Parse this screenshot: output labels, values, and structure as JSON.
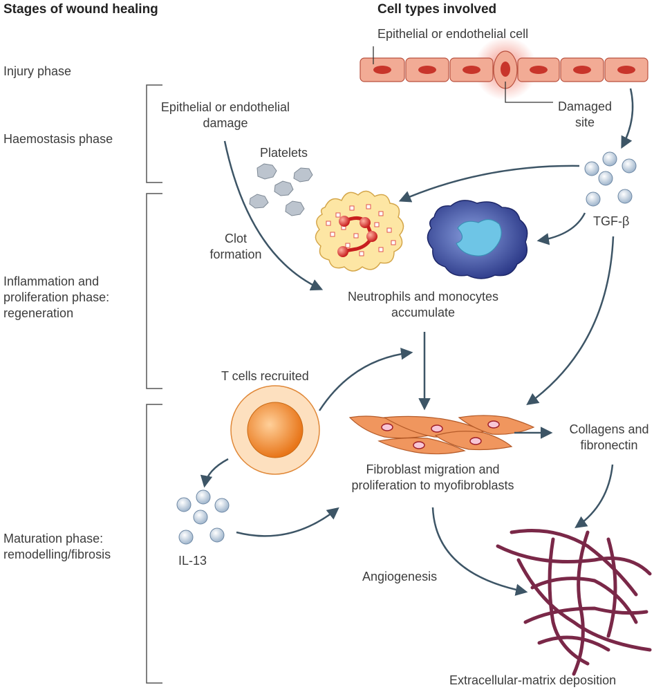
{
  "headers": {
    "stages": "Stages of wound healing",
    "cells": "Cell types involved"
  },
  "phases": {
    "injury": "Injury phase",
    "haemostasis": "Haemostasis phase",
    "inflammation": [
      "Inflammation and",
      "proliferation phase:",
      "regeneration"
    ],
    "maturation": [
      "Maturation phase:",
      "remodelling/fibrosis"
    ]
  },
  "labels": {
    "epithelial_cell": "Epithelial or endothelial cell",
    "damaged_site": [
      "Damaged",
      "site"
    ],
    "epithelial_damage": [
      "Epithelial or endothelial",
      "damage"
    ],
    "platelets": "Platelets",
    "tgf": "TGF-β",
    "clot": [
      "Clot",
      "formation"
    ],
    "neutrophils": [
      "Neutrophils and monocytes",
      "accumulate"
    ],
    "t_cells": "T cells recruited",
    "collagens": [
      "Collagens and",
      "fibronectin"
    ],
    "fibroblast": [
      "Fibroblast migration and",
      "proliferation to myofibroblasts"
    ],
    "il13": "IL-13",
    "angiogenesis": "Angiogenesis",
    "ecm": "Extracellular-matrix deposition"
  },
  "colors": {
    "arrow": "#3d5566",
    "bracket": "#555555",
    "epithelium": "#f2ab95",
    "epithelium_nucleus": "#c8352b",
    "platelet": "#bcc4ce",
    "tgf_dot": "#a9c3de",
    "neutrophil": "#fde6a4",
    "neutrophil_nucleus": "#d42e2e",
    "monocyte": "#3c4ea0",
    "monocyte_nucleus": "#6ec5e6",
    "tcell": "#f2882a",
    "fibroblast": "#f0965e",
    "ecm_fiber": "#7a2848"
  }
}
